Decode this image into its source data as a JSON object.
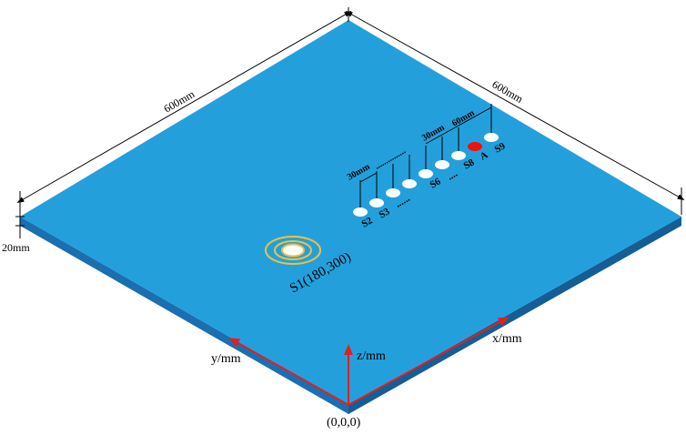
{
  "dimensions": {
    "length_x": "600mm",
    "length_y": "600mm",
    "thickness": "20mm"
  },
  "source": {
    "label": "S1(180,300)"
  },
  "sensor_labels": {
    "s2": "S2",
    "s3": "S3",
    "s6": "S6",
    "s8": "S8",
    "a": "A",
    "s9": "S9",
    "dots_lower": "......",
    "dots_mid": "...."
  },
  "spacing_labels": {
    "left": "30mm",
    "right_30": "30mm",
    "right_60": "60mm",
    "dots_upper": "..............."
  },
  "axes": {
    "x": "x/mm",
    "y": "y/mm",
    "z": "z/mm",
    "origin": "(0,0,0)"
  },
  "colors": {
    "plate_top": "#23a0dc",
    "plate_edge": "#1b6fb0",
    "plate_edge_dark": "#155d95",
    "sensor_fill": "#ffffff",
    "target_fill": "#ee1111",
    "source_ring": "#f0c040",
    "axis_arrow": "#e02020"
  }
}
